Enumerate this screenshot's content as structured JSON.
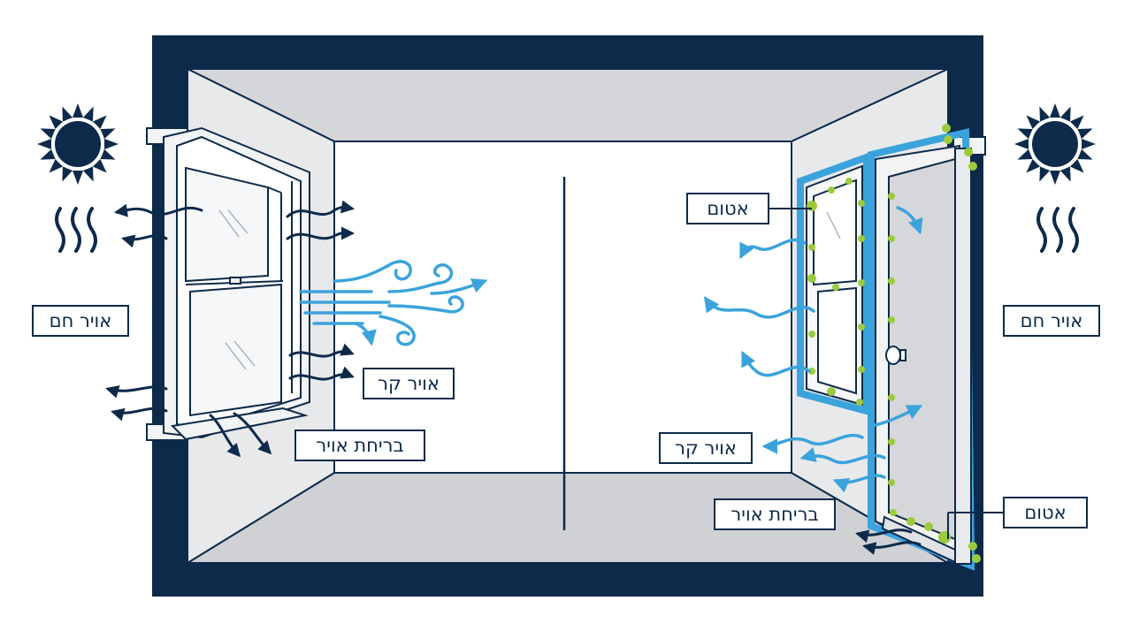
{
  "labels": {
    "left_hot_air": "אויר חם",
    "left_cold_air": "אויר קר",
    "left_air_leak": "בריחת אויר",
    "right_seal_top": "אטום",
    "right_hot_air": "אויר חם",
    "right_cold_air": "אויר קר",
    "right_air_leak": "בריחת אויר",
    "right_seal_bottom": "אטום"
  },
  "icons": [
    "sun-icon",
    "heat-waves-icon",
    "wind-swirl-icon",
    "door-knob-icon"
  ],
  "colors": {
    "dark_navy": "#0d2a4a",
    "air_blue": "#3ba3dc",
    "seal_blue": "#3ba3dc",
    "seal_green": "#9bcb3c",
    "wall_light": "#e9eaec",
    "ceiling_floor": "#d3d5d8"
  }
}
